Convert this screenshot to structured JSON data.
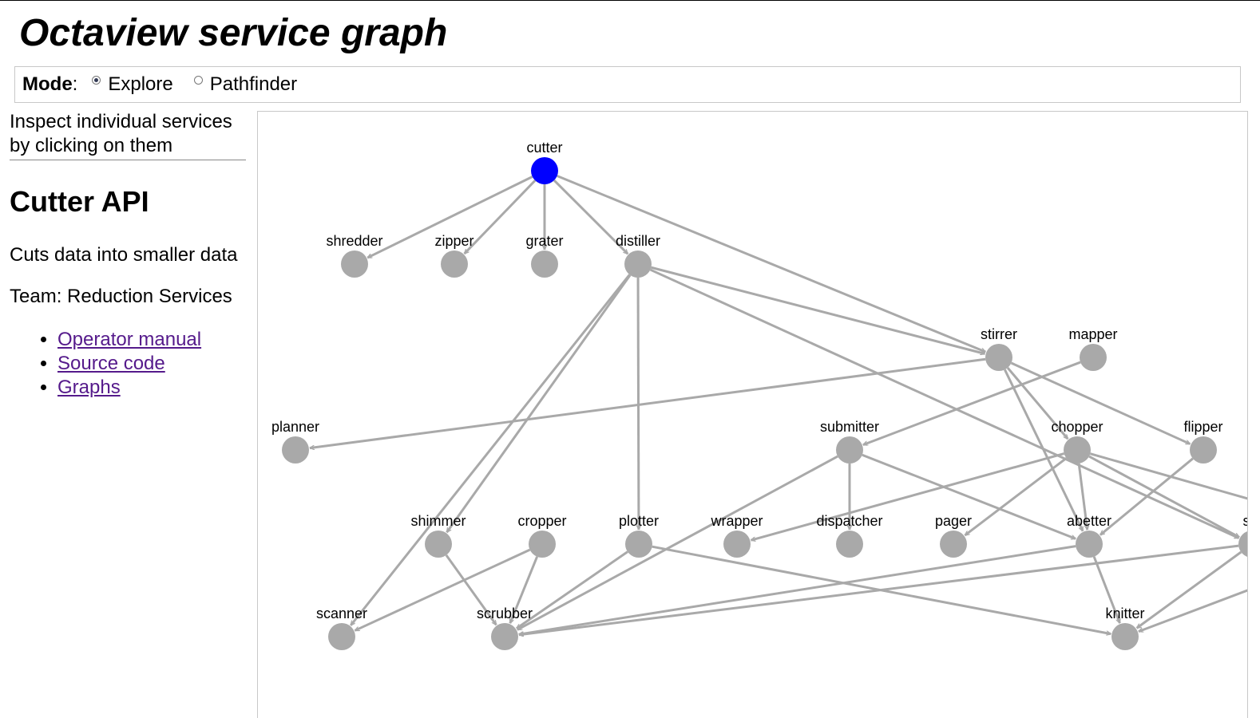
{
  "page": {
    "title": "Octaview service graph"
  },
  "mode": {
    "label": "Mode",
    "separator": ":",
    "options": [
      {
        "label": "Explore",
        "checked": true
      },
      {
        "label": "Pathfinder",
        "checked": false
      }
    ]
  },
  "sidebar": {
    "hint": "Inspect individual services by clicking on them",
    "service_title": "Cutter API",
    "description": "Cuts data into smaller data",
    "team": "Team: Reduction Services",
    "links": [
      "Operator manual",
      "Source code",
      "Graphs"
    ]
  },
  "graph": {
    "selected": "cutter",
    "colors": {
      "node": "#a9a9a9",
      "selected": "#0000ff",
      "edge": "#a9a9a9"
    },
    "nodes": [
      {
        "id": "cutter",
        "label": "cutter"
      },
      {
        "id": "shredder",
        "label": "shredder"
      },
      {
        "id": "zipper",
        "label": "zipper"
      },
      {
        "id": "grater",
        "label": "grater"
      },
      {
        "id": "distiller",
        "label": "distiller"
      },
      {
        "id": "stirrer",
        "label": "stirrer"
      },
      {
        "id": "mapper",
        "label": "mapper"
      },
      {
        "id": "planner",
        "label": "planner"
      },
      {
        "id": "submitter",
        "label": "submitter"
      },
      {
        "id": "chopper",
        "label": "chopper"
      },
      {
        "id": "flipper",
        "label": "flipper"
      },
      {
        "id": "shimmer",
        "label": "shimmer"
      },
      {
        "id": "cropper",
        "label": "cropper"
      },
      {
        "id": "plotter",
        "label": "plotter"
      },
      {
        "id": "wrapper",
        "label": "wrapper"
      },
      {
        "id": "dispatcher",
        "label": "dispatcher"
      },
      {
        "id": "pager",
        "label": "pager"
      },
      {
        "id": "abetter",
        "label": "abetter"
      },
      {
        "id": "stc",
        "label": "stc"
      },
      {
        "id": "scanner",
        "label": "scanner"
      },
      {
        "id": "scrubber",
        "label": "scrubber"
      },
      {
        "id": "knitter",
        "label": "knitter"
      }
    ],
    "edges": [
      [
        "cutter",
        "shredder"
      ],
      [
        "cutter",
        "zipper"
      ],
      [
        "cutter",
        "grater"
      ],
      [
        "cutter",
        "distiller"
      ],
      [
        "cutter",
        "stirrer"
      ],
      [
        "distiller",
        "stirrer"
      ],
      [
        "distiller",
        "scanner"
      ],
      [
        "distiller",
        "shimmer"
      ],
      [
        "distiller",
        "plotter"
      ],
      [
        "distiller",
        "stc"
      ],
      [
        "stirrer",
        "planner"
      ],
      [
        "stirrer",
        "chopper"
      ],
      [
        "stirrer",
        "flipper"
      ],
      [
        "stirrer",
        "abetter"
      ],
      [
        "mapper",
        "submitter"
      ],
      [
        "submitter",
        "dispatcher"
      ],
      [
        "submitter",
        "abetter"
      ],
      [
        "submitter",
        "scrubber"
      ],
      [
        "chopper",
        "wrapper"
      ],
      [
        "chopper",
        "pager"
      ],
      [
        "chopper",
        "abetter"
      ],
      [
        "chopper",
        "stc"
      ],
      [
        "chopper",
        "offscreen_r1"
      ],
      [
        "flipper",
        "abetter"
      ],
      [
        "shimmer",
        "scrubber"
      ],
      [
        "cropper",
        "scanner"
      ],
      [
        "cropper",
        "scrubber"
      ],
      [
        "plotter",
        "scrubber"
      ],
      [
        "plotter",
        "knitter"
      ],
      [
        "abetter",
        "scrubber"
      ],
      [
        "abetter",
        "knitter"
      ],
      [
        "stc",
        "scrubber"
      ],
      [
        "stc",
        "knitter"
      ],
      [
        "offscreen_r2",
        "knitter"
      ]
    ]
  }
}
